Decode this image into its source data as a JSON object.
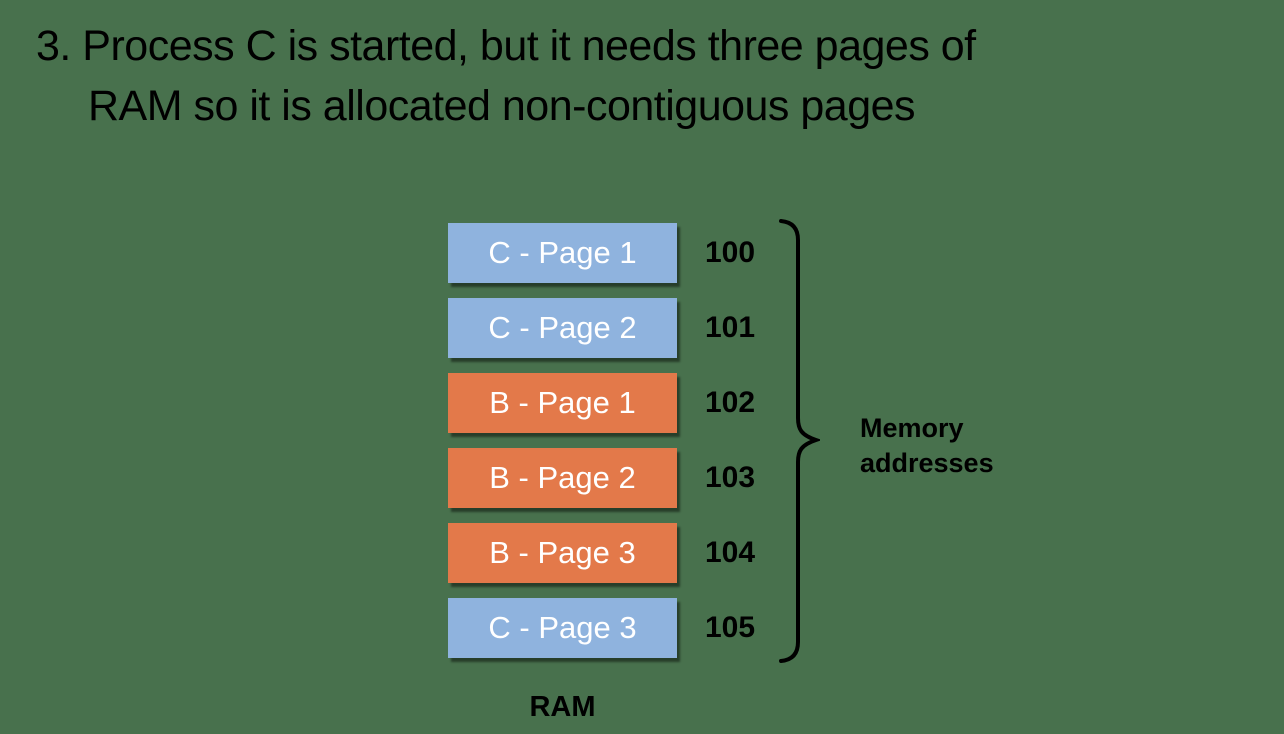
{
  "colors": {
    "background": "#48714D",
    "box_blue": "#8FB3DE",
    "box_orange": "#E3794A",
    "box_text": "#FFFFFF",
    "text": "#000000"
  },
  "title": {
    "line1": "3. Process C is started, but it needs three pages of",
    "line2": "RAM so it is allocated non-contiguous pages"
  },
  "memory": {
    "rows": [
      {
        "label": "C - Page 1",
        "process": "C",
        "address": "100",
        "color": "blue"
      },
      {
        "label": "C - Page 2",
        "process": "C",
        "address": "101",
        "color": "blue"
      },
      {
        "label": "B - Page 1",
        "process": "B",
        "address": "102",
        "color": "orange"
      },
      {
        "label": "B - Page 2",
        "process": "B",
        "address": "103",
        "color": "orange"
      },
      {
        "label": "B - Page 3",
        "process": "B",
        "address": "104",
        "color": "orange"
      },
      {
        "label": "C - Page 3",
        "process": "C",
        "address": "105",
        "color": "blue"
      }
    ],
    "brace_label": "Memory addresses",
    "ram_label": "RAM"
  }
}
